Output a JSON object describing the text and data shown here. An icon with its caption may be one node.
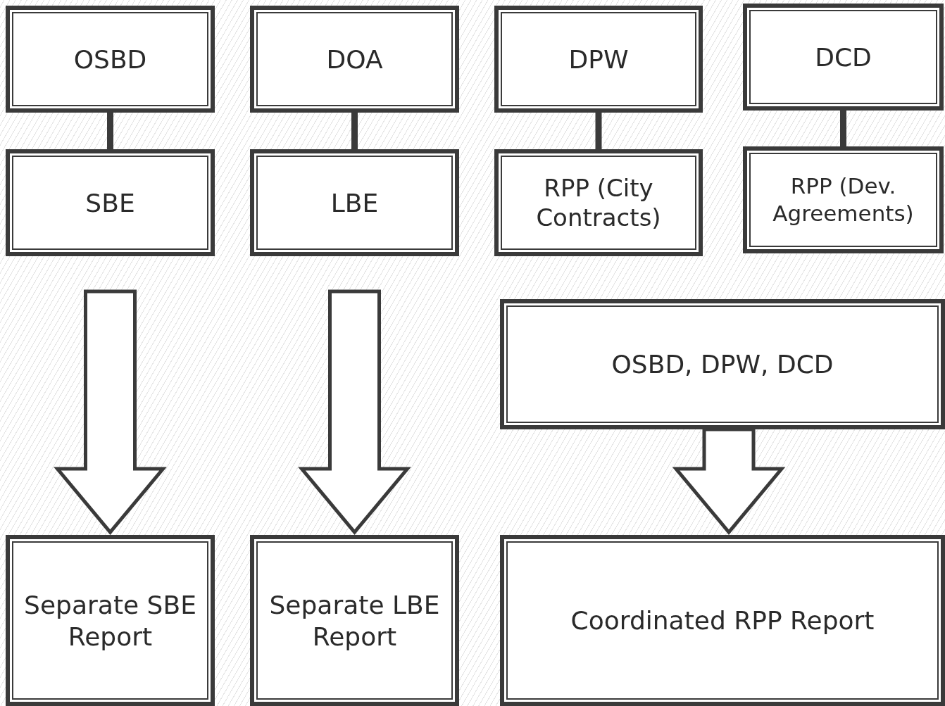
{
  "diagram": {
    "nodes": [
      {
        "text": [
          "OSBD"
        ]
      },
      {
        "text": [
          "DOA"
        ]
      },
      {
        "text": [
          "DPW"
        ]
      },
      {
        "text": [
          "DCD"
        ]
      },
      {
        "text": [
          "SBE"
        ]
      },
      {
        "text": [
          "LBE"
        ]
      },
      {
        "text": [
          "RPP (City Contracts)"
        ]
      },
      {
        "text": [
          "RPP (Dev. Agreements)"
        ]
      },
      {
        "text": [
          "OSBD, DPW, DCD"
        ]
      },
      {
        "text": [
          "Separate SBE Report"
        ]
      },
      {
        "text": [
          "Separate LBE Report"
        ]
      },
      {
        "text": [
          "Coordinated RPP Report"
        ]
      }
    ],
    "edges": [
      {
        "from": 0,
        "to": 4,
        "arrow": "none"
      },
      {
        "from": 1,
        "to": 5,
        "arrow": "none"
      },
      {
        "from": 2,
        "to": 6,
        "arrow": "none"
      },
      {
        "from": 3,
        "to": 7,
        "arrow": "none"
      },
      {
        "from": 4,
        "to": 9,
        "arrow": "to",
        "style": "thick"
      },
      {
        "from": 5,
        "to": 10,
        "arrow": "to",
        "style": "thick"
      },
      {
        "from": 8,
        "to": 11,
        "arrow": "to",
        "style": "thick"
      }
    ]
  }
}
